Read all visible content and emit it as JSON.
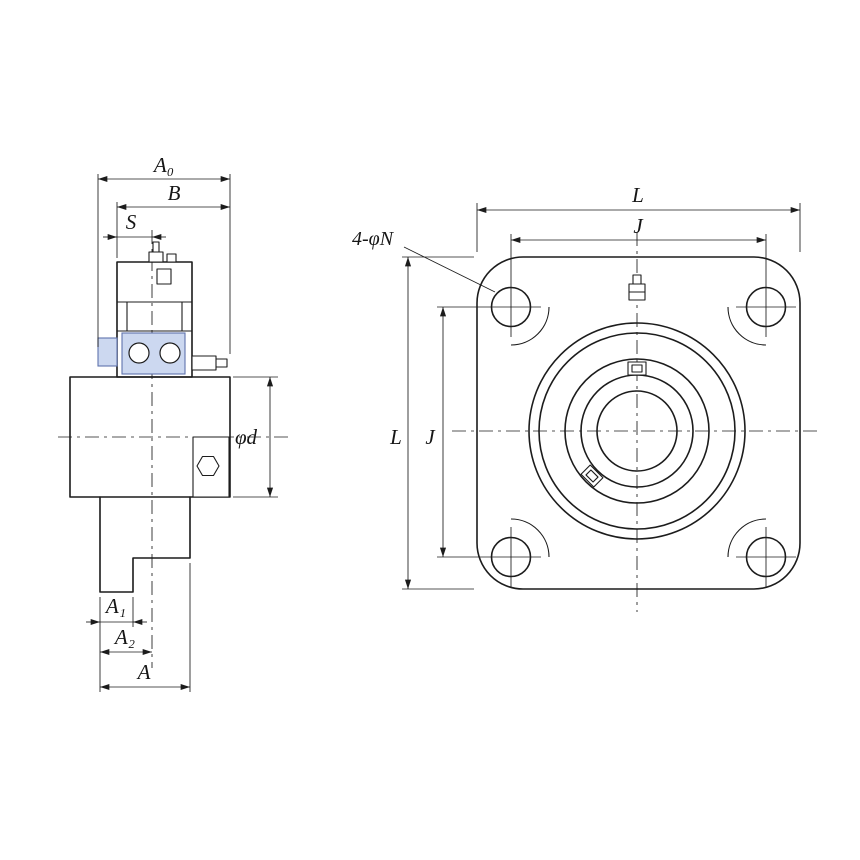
{
  "drawing": {
    "side_view": {
      "a0": "A₀",
      "b": "B",
      "s": "S",
      "phi_d": "φd",
      "a1": "A₁",
      "a2": "A₂",
      "a": "A"
    },
    "front_view": {
      "l_top": "L",
      "j_top": "J",
      "l_left": "L",
      "j_left": "J",
      "bolt_note": "4-φN"
    },
    "colors": {
      "line": "#1c1c1c",
      "bearing_fill": "#ccd8f0",
      "bearing_stroke": "#5f74ad",
      "background": "#ffffff"
    }
  }
}
